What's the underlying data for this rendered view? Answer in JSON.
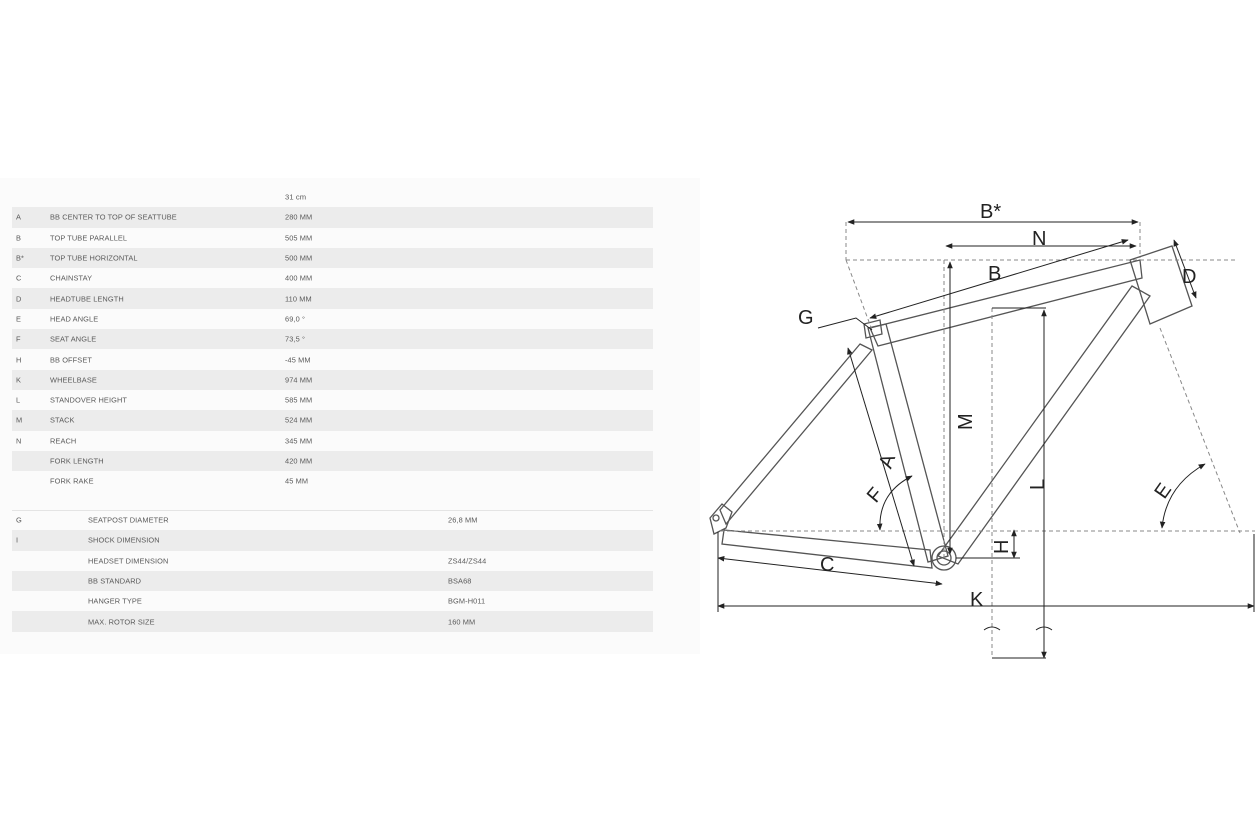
{
  "geometry_table": {
    "size_header": "31 cm",
    "rows": [
      {
        "code": "A",
        "label": "BB CENTER TO TOP OF SEATTUBE",
        "value": "280 MM"
      },
      {
        "code": "B",
        "label": "TOP TUBE PARALLEL",
        "value": "505 MM"
      },
      {
        "code": "B*",
        "label": "TOP TUBE HORIZONTAL",
        "value": "500 MM"
      },
      {
        "code": "C",
        "label": "CHAINSTAY",
        "value": "400 MM"
      },
      {
        "code": "D",
        "label": "HEADTUBE LENGTH",
        "value": "110 MM"
      },
      {
        "code": "E",
        "label": "HEAD ANGLE",
        "value": "69,0 °"
      },
      {
        "code": "F",
        "label": "SEAT ANGLE",
        "value": "73,5 °"
      },
      {
        "code": "H",
        "label": "BB OFFSET",
        "value": "-45 MM"
      },
      {
        "code": "K",
        "label": "WHEELBASE",
        "value": "974 MM"
      },
      {
        "code": "L",
        "label": "STANDOVER HEIGHT",
        "value": "585 MM"
      },
      {
        "code": "M",
        "label": "STACK",
        "value": "524 MM"
      },
      {
        "code": "N",
        "label": "REACH",
        "value": "345 MM"
      },
      {
        "code": "",
        "label": "FORK LENGTH",
        "value": "420 MM"
      },
      {
        "code": "",
        "label": "FORK RAKE",
        "value": "45 MM"
      }
    ]
  },
  "spec_table": {
    "rows": [
      {
        "code": "G",
        "label": "SEATPOST DIAMETER",
        "value": "26,8 MM"
      },
      {
        "code": "I",
        "label": "SHOCK DIMENSION",
        "value": ""
      },
      {
        "code": "",
        "label": "HEADSET DIMENSION",
        "value": "ZS44/ZS44"
      },
      {
        "code": "",
        "label": "BB STANDARD",
        "value": "BSA68"
      },
      {
        "code": "",
        "label": "HANGER TYPE",
        "value": "BGM-H011"
      },
      {
        "code": "",
        "label": "MAX. ROTOR SIZE",
        "value": "160 MM"
      }
    ]
  },
  "diagram_labels": {
    "b_star": "B*",
    "n": "N",
    "b": "B",
    "d": "D",
    "g": "G",
    "m": "M",
    "a": "A",
    "f": "F",
    "l": "L",
    "e": "E",
    "h": "H",
    "c": "C",
    "k": "K"
  }
}
